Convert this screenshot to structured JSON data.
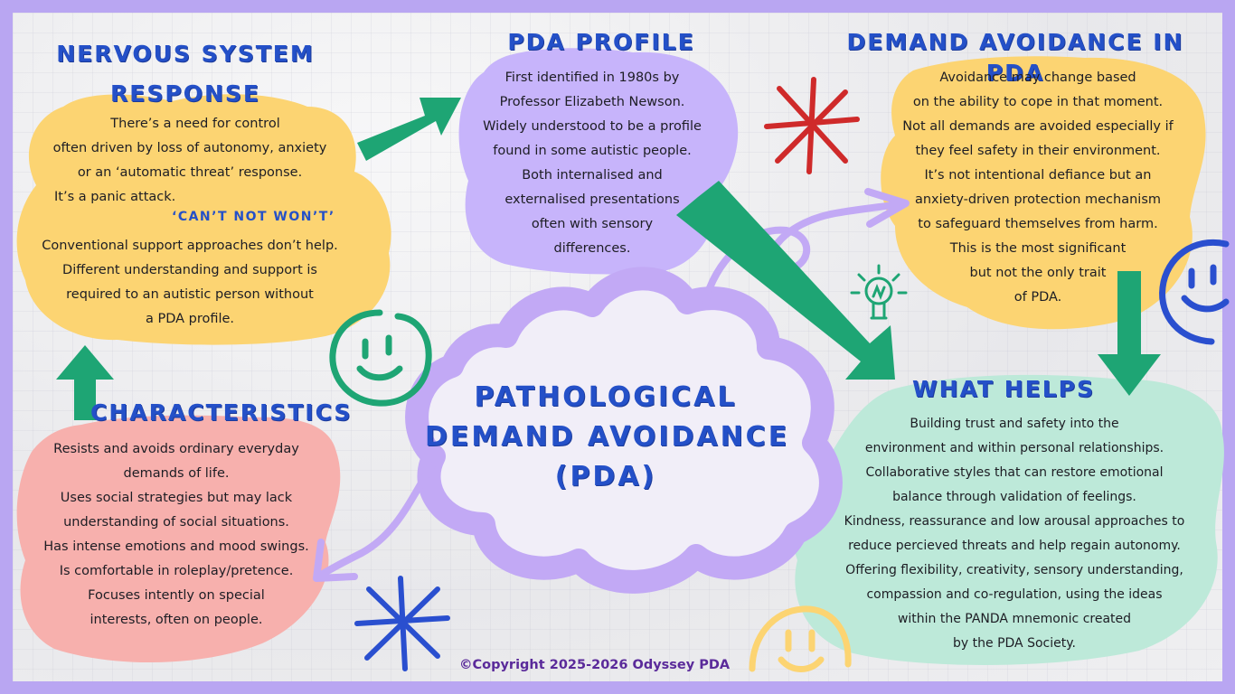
{
  "sections": {
    "nervous_system": {
      "title_line1": "NERVOUS SYSTEM",
      "title_line2": "RESPONSE",
      "lines": [
        "There’s a need for control",
        "often driven by loss of autonomy, anxiety",
        "or an ‘automatic threat’ response.",
        "It’s a panic attack."
      ],
      "subheading": "‘CAN’T NOT WON’T’",
      "lines2": [
        "Conventional support approaches don’t help.",
        "Different understanding and support is",
        "required to an autistic person without",
        "a PDA profile."
      ]
    },
    "pda_profile": {
      "title": "PDA PROFILE",
      "lines": [
        "First identified in 1980s by",
        "Professor Elizabeth Newson.",
        "Widely understood to be a profile",
        "found in some autistic people.",
        "Both internalised and",
        "externalised presentations",
        "often with sensory",
        "differences."
      ]
    },
    "demand_avoidance": {
      "title": "DEMAND AVOIDANCE IN PDA",
      "lines": [
        "Avoidance may change based",
        "on the ability to cope in that moment.",
        "Not all demands are avoided especially if",
        "they feel safety in their environment.",
        "It’s not intentional defiance but an",
        "anxiety-driven protection mechanism",
        "to safeguard themselves from harm.",
        "This is the most significant",
        "but not the only trait",
        "of PDA."
      ]
    },
    "characteristics": {
      "title": "CHARACTERISTICS",
      "lines": [
        "Resists and avoids ordinary everyday",
        "demands of life.",
        "Uses social strategies but may lack",
        "understanding of social situations.",
        "Has intense emotions and mood swings.",
        "Is comfortable in roleplay/pretence.",
        "Focuses intently on special",
        "interests, often on people."
      ]
    },
    "what_helps": {
      "title": "WHAT HELPS",
      "lines": [
        "Building trust and safety into the",
        "environment and within personal relationships.",
        "Collaborative styles that can restore emotional",
        "balance through validation of feelings.",
        "Kindness, reassurance and low arousal approaches to",
        "reduce percieved threats and help regain autonomy.",
        "Offering flexibility, creativity, sensory understanding,",
        "compassion and co-regulation, using the ideas",
        "within the PANDA mnemonic created",
        "by the PDA Society."
      ]
    }
  },
  "center": {
    "line1": "PATHOLOGICAL",
    "line2": "DEMAND AVOIDANCE",
    "line3": "(PDA)"
  },
  "copyright": "©Copyright 2025-2026 Odyssey PDA",
  "icons": [
    "smiley-face-icon",
    "lightbulb-icon",
    "asterisk-doodle-icon",
    "arrow-icon"
  ],
  "colors": {
    "border": "#b9a6f2",
    "title": "#2450c8",
    "yellow_cloud": "#fcd472",
    "purple_cloud": "#c7b4fb",
    "pink_cloud": "#f7b0ad",
    "mint_cloud": "#bde9d9",
    "green_arrow": "#1ea574",
    "red_star": "#cf2a2a",
    "blue_star": "#2a4fcf"
  }
}
